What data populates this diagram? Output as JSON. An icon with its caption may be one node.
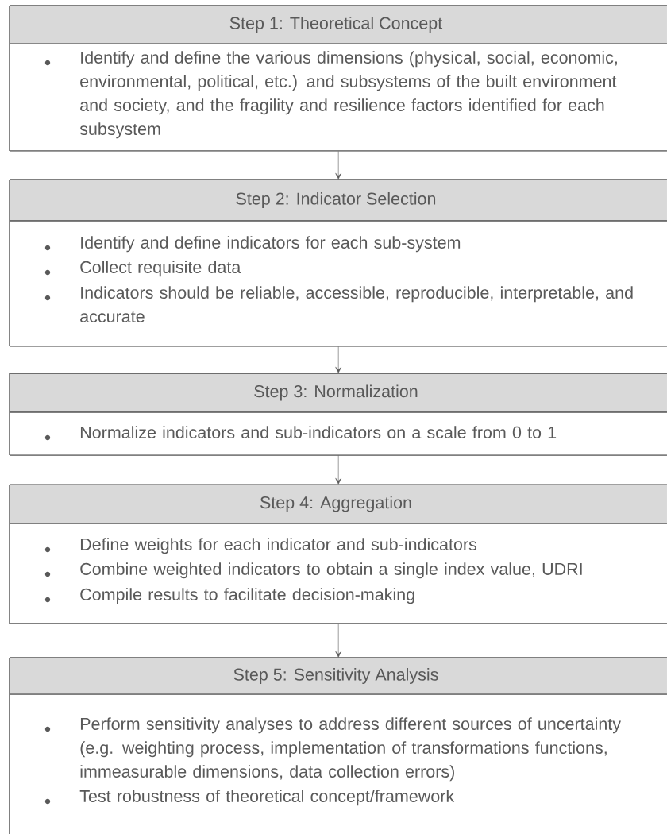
{
  "diagram": {
    "nodes": [
      {
        "text": [
          "Step 1: Theoretical Concept",
          "Identify and define the various dimensions (physical, social, economic, environmental, political, etc.) and subsystems of the built environment and society, and the fragility and resilience factors identified for each subsystem"
        ]
      },
      {
        "text": [
          "Step 2: Indicator Selection",
          "Identify and define indicators for each sub-system",
          "Collect requisite data",
          "Indicators should be reliable, accessible, reproducible, interpretable, and accurate"
        ]
      },
      {
        "text": [
          "Step 3: Normalization",
          "Normalize indicators and sub-indicators on a scale from 0 to 1"
        ]
      },
      {
        "text": [
          "Step 4: Aggregation",
          "Define weights for each indicator and sub-indicators",
          "Combine weighted indicators to obtain a single index value, UDRI",
          "Compile results to facilitate decision-making"
        ]
      },
      {
        "text": [
          "Step 5: Sensitivity Analysis",
          "Perform sensitivity analyses to address different sources of uncertainty (e.g. weighting process, implementation of transformations functions, immeasurable dimensions, data collection errors)",
          "Test robustness of theoretical concept/framework"
        ]
      }
    ],
    "edges": [
      {
        "from": 0,
        "to": 1,
        "arrow": "to"
      },
      {
        "from": 1,
        "to": 2,
        "arrow": "to"
      },
      {
        "from": 2,
        "to": 3,
        "arrow": "to"
      },
      {
        "from": 3,
        "to": 4,
        "arrow": "to"
      }
    ]
  }
}
